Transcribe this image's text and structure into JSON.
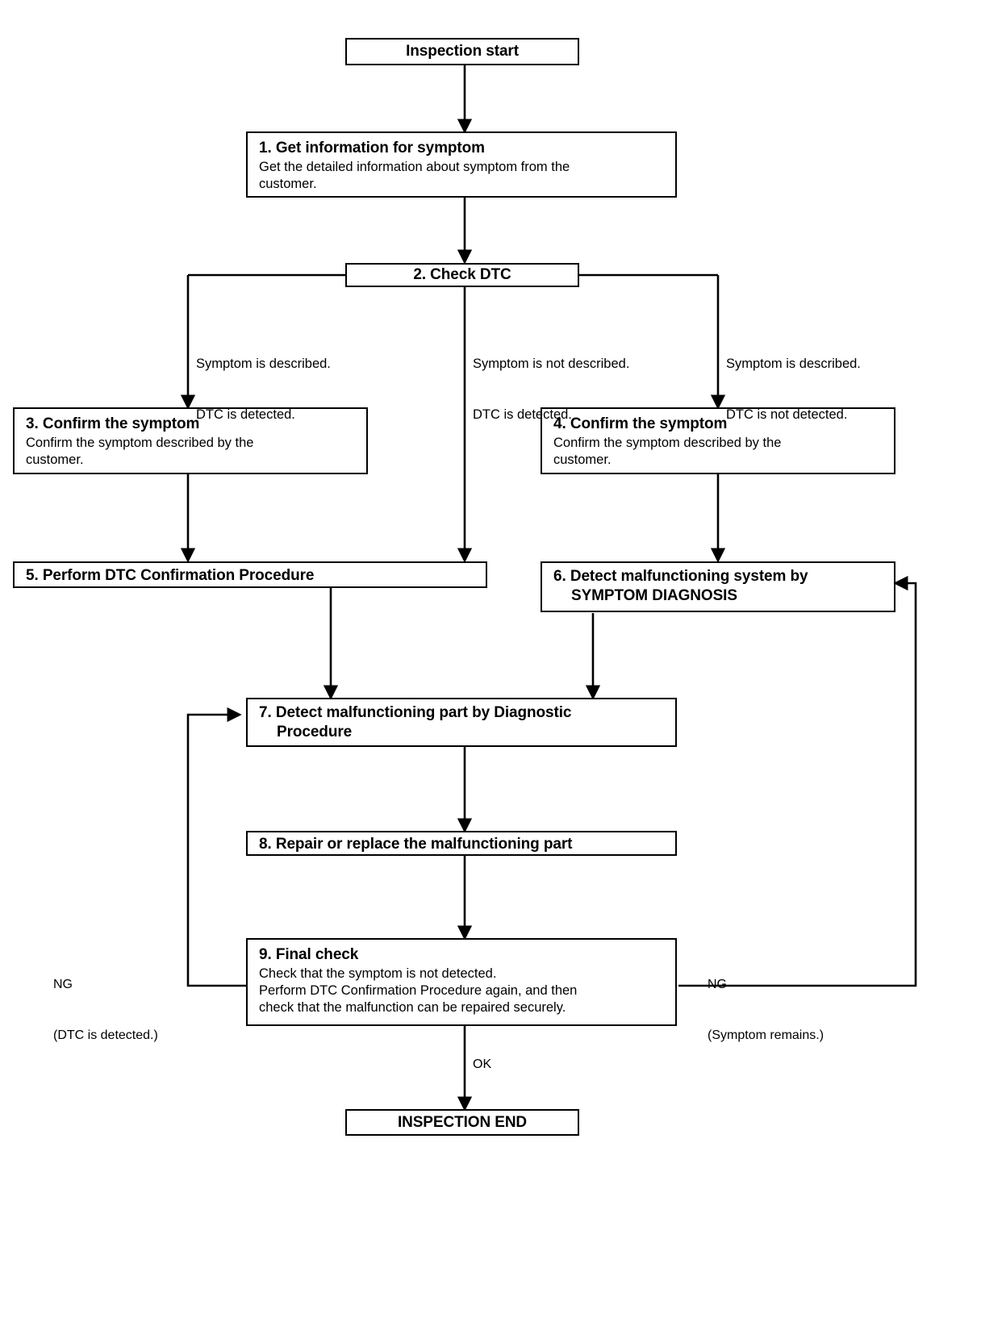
{
  "diagram": {
    "title": "Inspection start",
    "type": "flowchart",
    "nodes": [
      {
        "id": "start",
        "label": "Inspection start",
        "body": []
      },
      {
        "id": "step1",
        "label": "1. Get information for symptom",
        "body": [
          "Get the detailed information about symptom from the",
          "customer."
        ]
      },
      {
        "id": "step2",
        "label": "2. Check DTC",
        "body": []
      },
      {
        "id": "step3",
        "label": "3. Confirm the symptom",
        "body": [
          "Confirm the symptom described by the",
          "customer."
        ]
      },
      {
        "id": "step4",
        "label": "4. Confirm the symptom",
        "body": [
          "Confirm the symptom described by the",
          "customer."
        ]
      },
      {
        "id": "step5",
        "label": "5. Perform DTC Confirmation Procedure",
        "body": []
      },
      {
        "id": "step6",
        "label": "6. Detect malfunctioning system by",
        "label2": "SYMPTOM DIAGNOSIS",
        "body": []
      },
      {
        "id": "step7",
        "label": "7. Detect malfunctioning part by Diagnostic",
        "label2": "Procedure",
        "body": []
      },
      {
        "id": "step8",
        "label": "8. Repair or replace the malfunctioning part",
        "body": []
      },
      {
        "id": "step9",
        "label": "9. Final check",
        "body": [
          "Check that the symptom is not detected.",
          "Perform DTC Confirmation Procedure again, and then",
          "check that the malfunction can be repaired securely."
        ]
      },
      {
        "id": "end",
        "label": "INSPECTION END",
        "body": []
      }
    ],
    "edge_labels": {
      "branch_left_line1": "Symptom is described.",
      "branch_left_line2": "DTC is detected.",
      "branch_mid_line1": "Symptom is not described.",
      "branch_mid_line2": "DTC is detected.",
      "branch_right_line1": "Symptom is described.",
      "branch_right_line2": "DTC is not detected.",
      "ng_left_line1": "NG",
      "ng_left_line2": "(DTC is detected.)",
      "ng_right_line1": "NG",
      "ng_right_line2": "(Symptom remains.)",
      "ok": "OK"
    },
    "colors": {
      "stroke": "#000000",
      "background": "#ffffff",
      "text": "#000000"
    }
  }
}
